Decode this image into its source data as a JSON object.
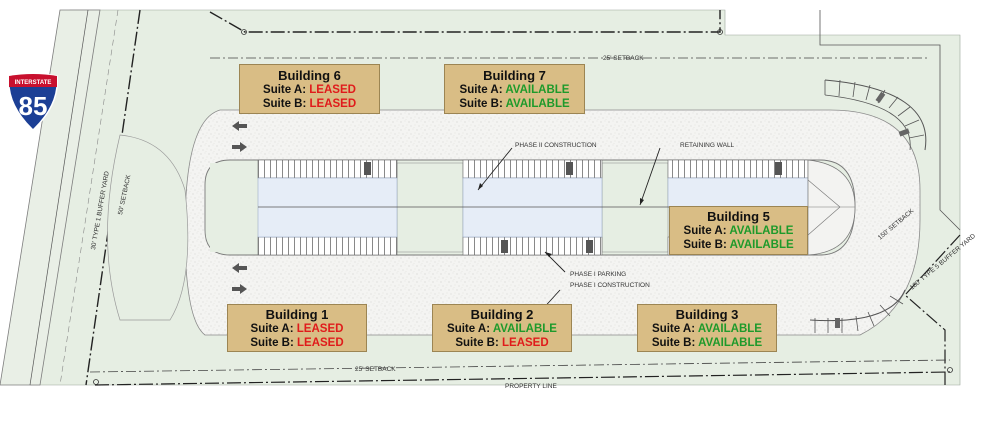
{
  "highway": {
    "top_label": "INTERSTATE",
    "number": "85"
  },
  "buildings": [
    {
      "name": "Building 6",
      "suite_a_label": "Suite A:",
      "suite_a": "LEASED",
      "suite_b_label": "Suite B:",
      "suite_b": "LEASED"
    },
    {
      "name": "Building 7",
      "suite_a_label": "Suite A:",
      "suite_a": "AVAILABLE",
      "suite_b_label": "Suite B:",
      "suite_b": "AVAILABLE"
    },
    {
      "name": "Building 5",
      "suite_a_label": "Suite A:",
      "suite_a": "AVAILABLE",
      "suite_b_label": "Suite B:",
      "suite_b": "AVAILABLE"
    },
    {
      "name": "Building 1",
      "suite_a_label": "Suite A:",
      "suite_a": "LEASED",
      "suite_b_label": "Suite B:",
      "suite_b": "LEASED"
    },
    {
      "name": "Building 2",
      "suite_a_label": "Suite A:",
      "suite_a": "AVAILABLE",
      "suite_b_label": "Suite B:",
      "suite_b": "LEASED"
    },
    {
      "name": "Building 3",
      "suite_a_label": "Suite A:",
      "suite_a": "AVAILABLE",
      "suite_b_label": "Suite B:",
      "suite_b": "AVAILABLE"
    }
  ],
  "annotations": {
    "setback_top": "25' SETBACK",
    "setback_bottom": "25' SETBACK",
    "setback_left": "50' SETBACK",
    "buffer_left": "30' TYPE 1 BUFFER YARD",
    "setback_right": "150' SETBACK",
    "buffer_right": "100' TYPE 5 BUFFER YARD",
    "phase2": "PHASE II CONSTRUCTION",
    "retaining_wall": "RETAINING WALL",
    "phase1_parking": "PHASE I PARKING",
    "phase1_construction": "PHASE I CONSTRUCTION",
    "property_line": "PROPERTY LINE"
  },
  "colors": {
    "grass": "#e6eee3",
    "pavement": "#f3f3f1",
    "parking_fill": "#e6edf7",
    "building": "#d9bd85",
    "leased": "#e01b1b",
    "available": "#1e9a2b",
    "shield_blue": "#1c3f95",
    "shield_red": "#c8102e"
  }
}
